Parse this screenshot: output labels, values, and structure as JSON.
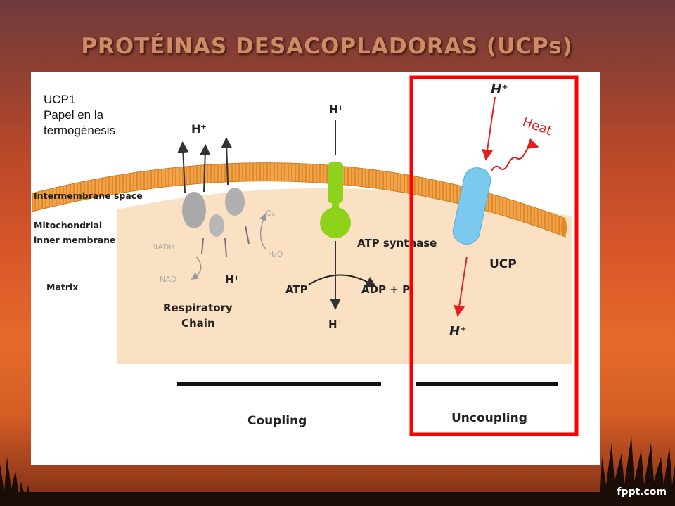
{
  "slide": {
    "title": "PROTÉINAS DESACOPLADORAS (UCPs)",
    "brand": "fppt.com"
  },
  "caption": {
    "line1": "UCP1",
    "line2": "Papel en la",
    "line3": "termogénesis"
  },
  "diagram": {
    "compartments": {
      "intermembrane": "Intermembrane space",
      "membrane_line1": "Mitochondrial",
      "membrane_line2": "inner membrane",
      "matrix": "Matrix"
    },
    "respiratory_chain": {
      "label_line1": "Respiratory",
      "label_line2": "Chain",
      "proton_top": "H⁺",
      "proton_bottom": "H⁺",
      "nadh": "NADH",
      "nad": "NAD⁺",
      "o2": "O₂",
      "h2o": "H₂O"
    },
    "atp_synthase": {
      "label": "ATP synthase",
      "proton_top": "H⁺",
      "proton_bottom": "H⁺",
      "atp": "ATP",
      "adp": "ADP + Pi"
    },
    "ucp": {
      "label": "UCP",
      "proton_top": "H⁺",
      "proton_bottom": "H⁺",
      "heat": "Heat"
    },
    "sections": {
      "coupling": "Coupling",
      "uncoupling": "Uncoupling"
    },
    "colors": {
      "membrane": "#f0a34a",
      "matrix": "#fbe1c3",
      "atp_synthase": "#8fd21c",
      "ucp": "#7cc9ef",
      "highlight_box": "#ff0000",
      "arrow_red": "#e02020"
    }
  }
}
